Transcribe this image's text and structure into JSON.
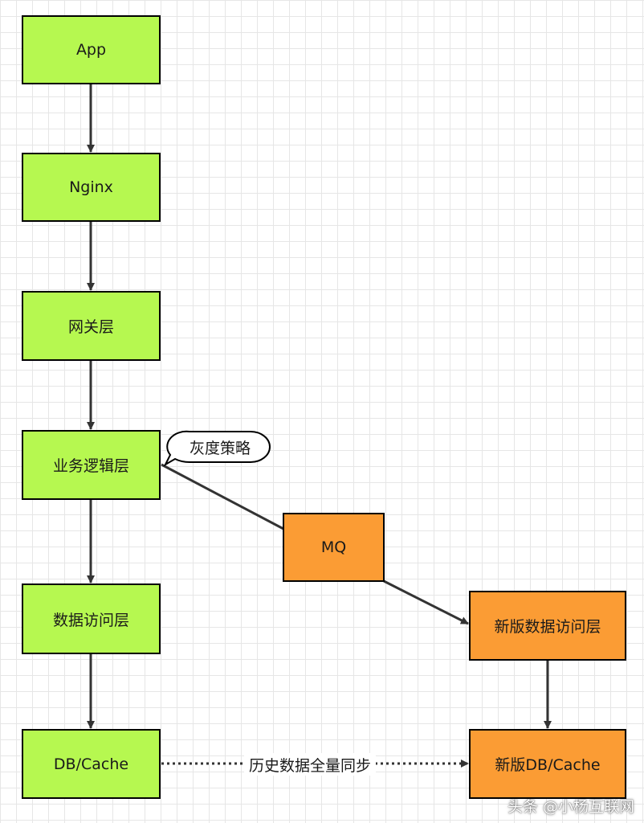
{
  "diagram": {
    "nodes": {
      "app": "App",
      "nginx": "Nginx",
      "gateway": "网关层",
      "business": "业务逻辑层",
      "data_access": "数据访问层",
      "db_cache": "DB/Cache",
      "mq": "MQ",
      "new_data_access": "新版数据访问层",
      "new_db_cache": "新版DB/Cache"
    },
    "callout": "灰度策略",
    "edge_label": "历史数据全量同步",
    "colors": {
      "legacy_fill": "#b6f850",
      "new_fill": "#fb9c34",
      "stroke": "#000000",
      "arrow": "#333333"
    }
  },
  "watermark": "头条 @小杨互联网"
}
